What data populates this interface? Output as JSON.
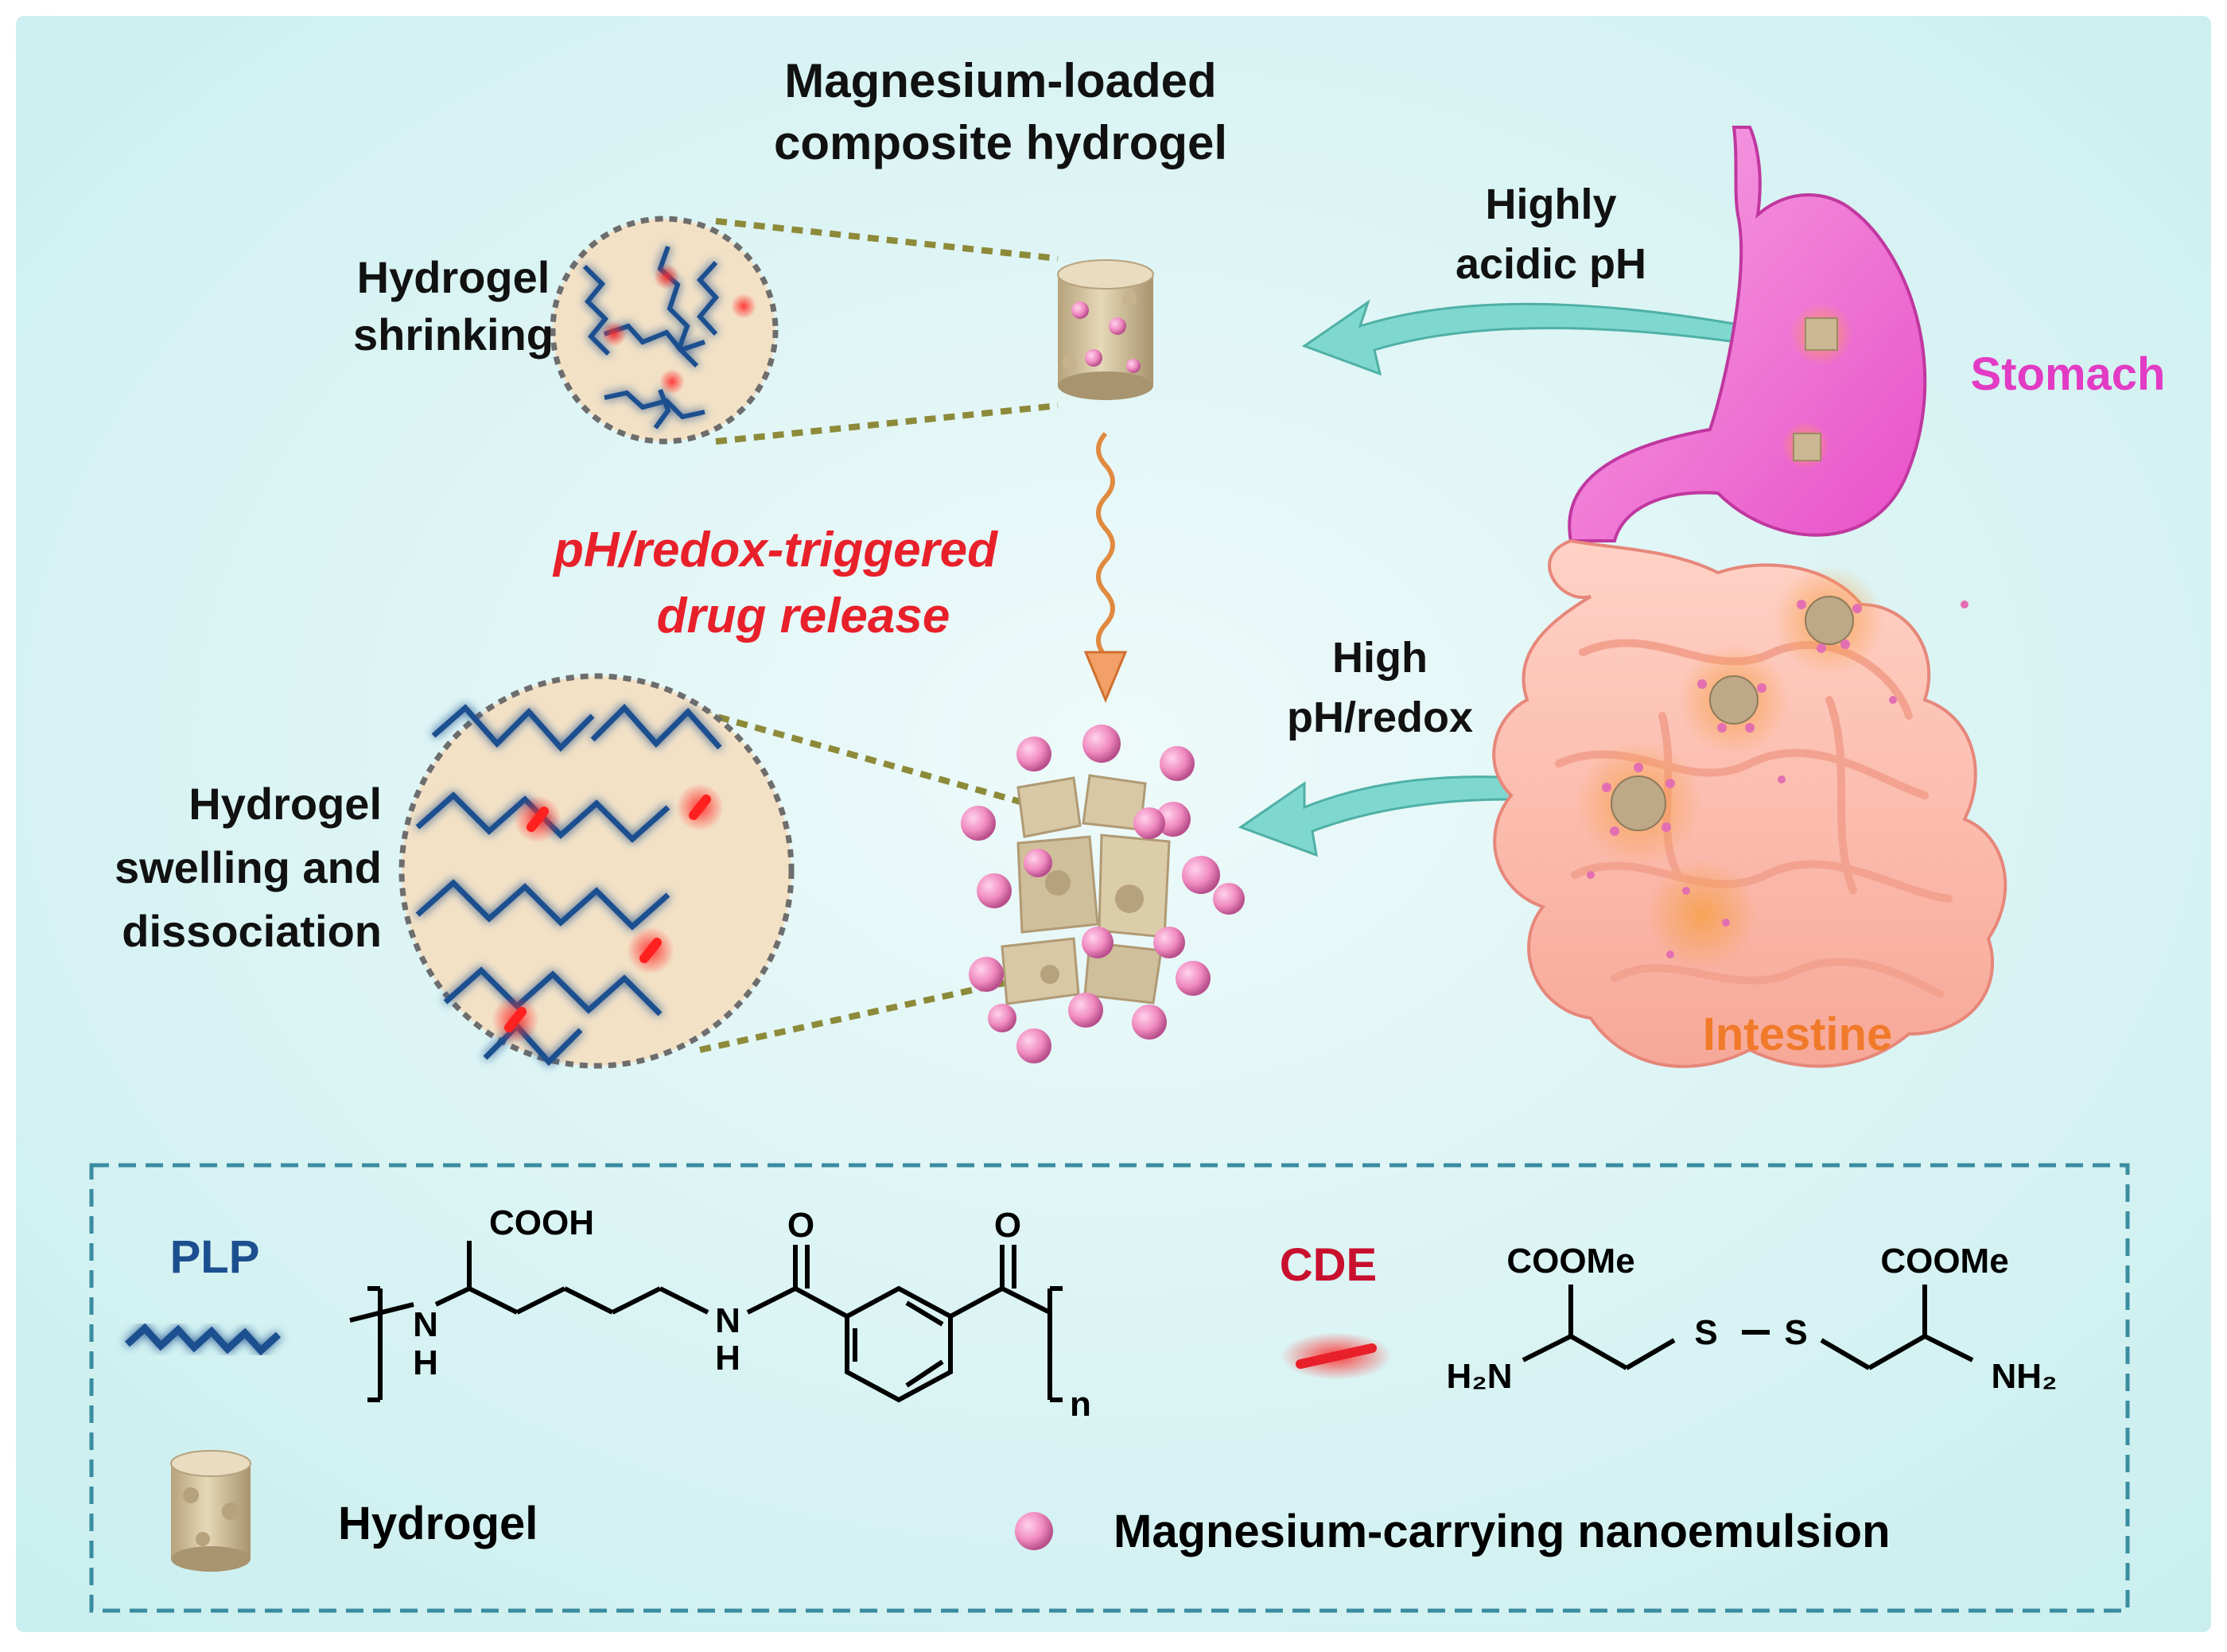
{
  "title": {
    "line1": "Magnesium-loaded",
    "line2": "composite hydrogel"
  },
  "labels": {
    "shrinking_1": "Hydrogel",
    "shrinking_2": "shrinking",
    "swelling_1": "Hydrogel",
    "swelling_2": "swelling and",
    "swelling_3": "dissociation",
    "release_1": "pH/redox-triggered",
    "release_2": "drug release",
    "acidic_1": "Highly",
    "acidic_2": "acidic pH",
    "high_1": "High",
    "high_2": "pH/redox",
    "stomach": "Stomach",
    "intestine": "Intestine"
  },
  "legend": {
    "plp": "PLP",
    "cde": "CDE",
    "hydrogel": "Hydrogel",
    "nanoemulsion": "Magnesium-carrying nanoemulsion",
    "plp_chem": {
      "cooh": "COOH",
      "nh1": "N",
      "h1": "H",
      "nh2": "N",
      "h2": "H",
      "o1": "O",
      "o2": "O",
      "n": "n"
    },
    "cde_chem": {
      "coome1": "COOMe",
      "coome2": "COOMe",
      "h2n": "H₂N",
      "nh2": "NH₂",
      "s1": "S",
      "s2": "S"
    }
  },
  "colors": {
    "background": "#dcf3f3",
    "red_text": "#e8202a",
    "stomach": "#e23bc4",
    "intestine": "#f07a2a",
    "plp_blue": "#1c4f8f",
    "cde_red": "#c8102e",
    "arrow": "#7fd8cf",
    "hydrogel": "#d8c8a6",
    "particle": "#f08ac0"
  }
}
